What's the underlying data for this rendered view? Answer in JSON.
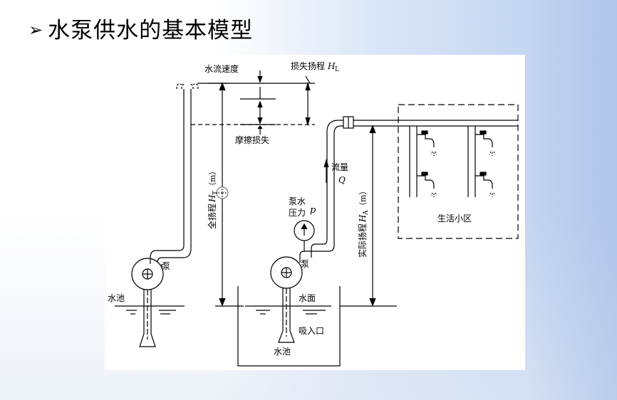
{
  "page": {
    "title": "水泵供水的基本模型",
    "bullet_icon": "triangle-bullet-icon"
  },
  "diagram": {
    "labels": {
      "flow_speed": "水流速度",
      "head_loss": "损失扬程",
      "head_loss_sym": "H",
      "head_loss_sub": "L",
      "friction_loss": "摩擦损失",
      "flow_rate": "流量",
      "flow_rate_sym": "Q",
      "pump_pressure_1": "泵水",
      "pump_pressure_2": "压力",
      "pump_pressure_sym": "p",
      "total_head": "全扬程",
      "total_head_sym": "H",
      "total_head_sub": "T",
      "total_head_unit": "（m）",
      "actual_head": "实际扬程",
      "actual_head_sym": "H",
      "actual_head_sub": "A",
      "actual_head_unit": "（m）",
      "pump_left": "泵",
      "pump_right": "泵",
      "pool_left": "水池",
      "pool_right": "水池",
      "water_surface": "水面",
      "suction_inlet": "吸入口",
      "community": "生活小区"
    }
  }
}
